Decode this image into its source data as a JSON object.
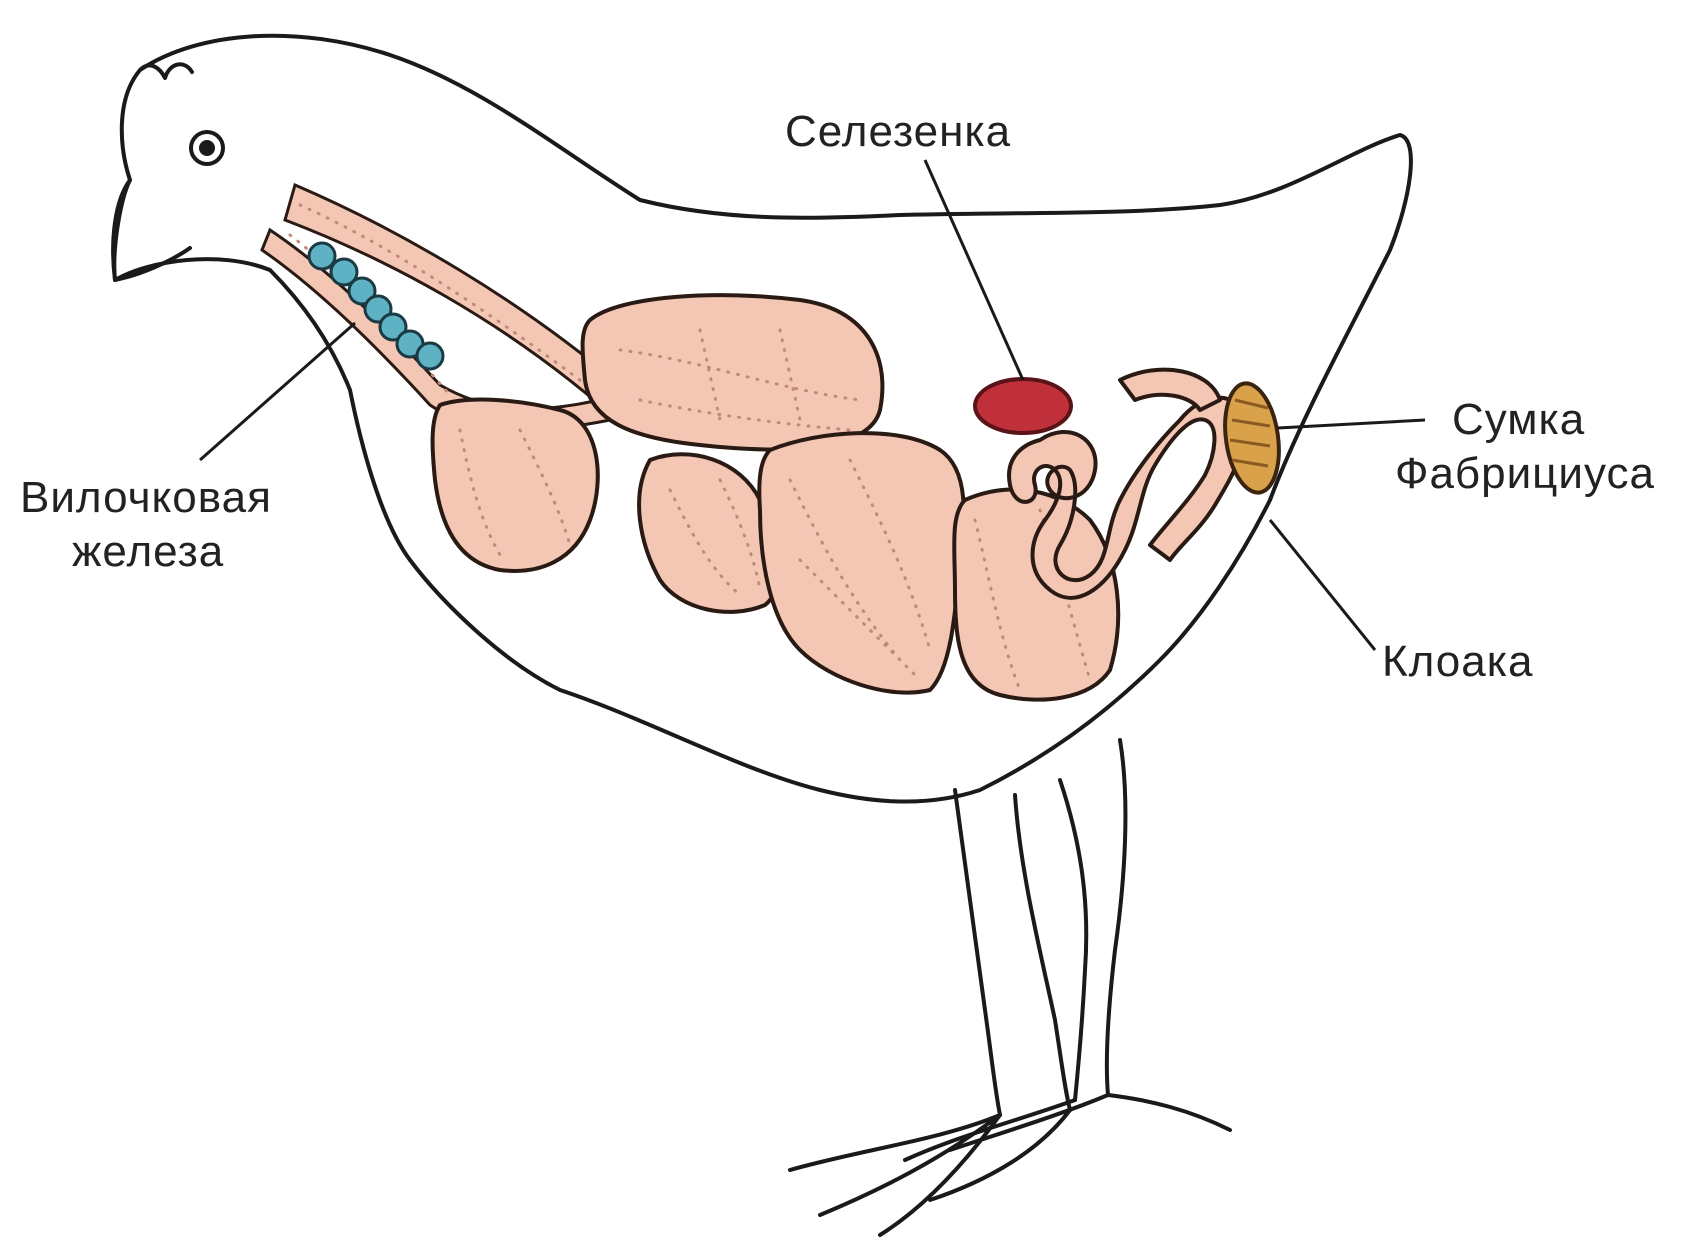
{
  "labels": {
    "thymus": [
      "Вилочковая",
      "железа"
    ],
    "spleen": "Селезенка",
    "bursa": [
      "Сумка",
      "Фабрициуса"
    ],
    "cloaca": "Клоака"
  },
  "colors": {
    "outline": "#1a1a1a",
    "organ_fill": "#f4c6b4",
    "organ_stipple": "#c08a78",
    "spleen": "#c0303a",
    "thymus": "#5fb2c4",
    "bursa": "#d9a24a"
  }
}
